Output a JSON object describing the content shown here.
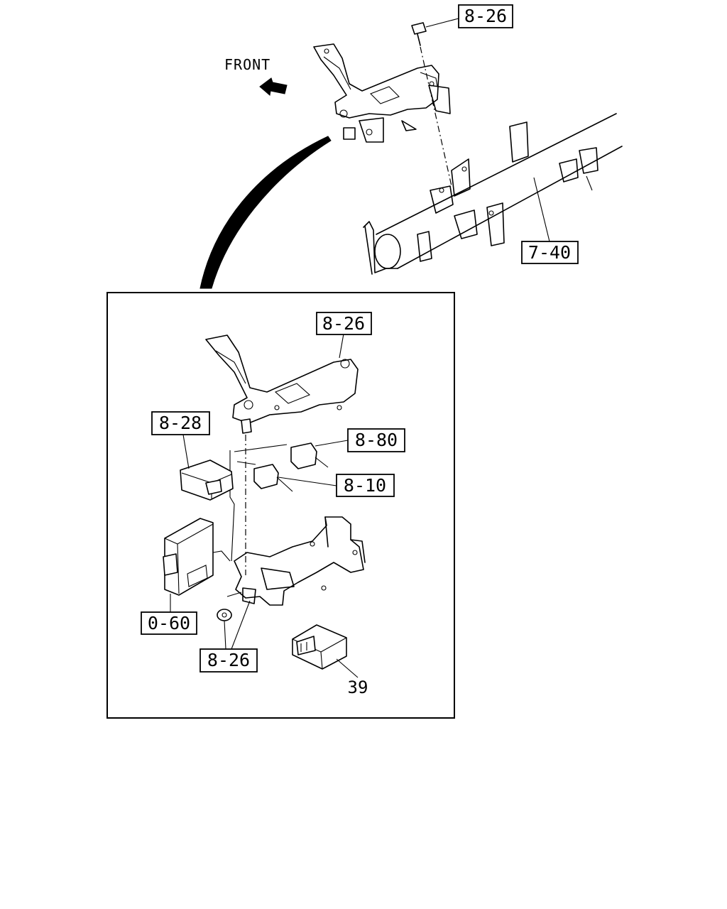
{
  "orientation": {
    "label": "FRONT"
  },
  "callouts": {
    "top_bolt": "8-26",
    "beam": "7-40",
    "inset_bracket": "8-26",
    "module_a": "8-28",
    "connector_a": "8-80",
    "connector_b": "8-10",
    "control_unit": "0-60",
    "nut_clip": "8-26",
    "relay": "39"
  }
}
